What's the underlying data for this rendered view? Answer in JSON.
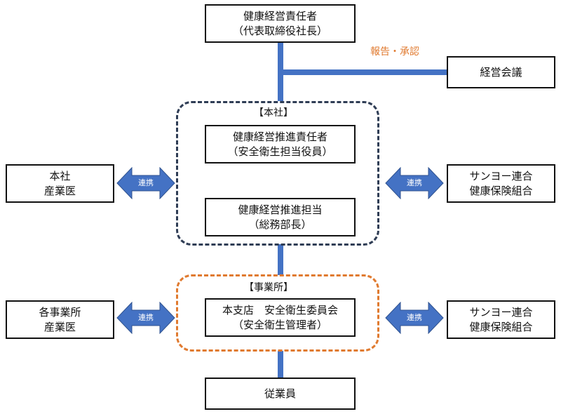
{
  "top": {
    "line1": "健康経営責任者",
    "line2": "（代表取締役社長）"
  },
  "report_label": "報告・承認",
  "council": "経営会議",
  "hq": {
    "label": "【本社】",
    "manager": {
      "line1": "健康経営推進責任者",
      "line2": "（安全衛生担当役員）"
    },
    "staff": {
      "line1": "健康経営推進担当",
      "line2": "（総務部長）"
    }
  },
  "office": {
    "label": "【事業所】",
    "committee": {
      "line1": "本支店　安全衛生委員会",
      "line2": "（安全衛生管理者）"
    }
  },
  "left1": {
    "line1": "本社",
    "line2": "産業医"
  },
  "left2": {
    "line1": "各事業所",
    "line2": "産業医"
  },
  "right1": {
    "line1": "サンヨー連合",
    "line2": "健康保険組合"
  },
  "right2": {
    "line1": "サンヨー連合",
    "line2": "健康保険組合"
  },
  "link_label": "連携",
  "employees": "従業員",
  "colors": {
    "connector": "#4472c4",
    "hq_border": "#2f3d55",
    "office_border": "#e07a2f",
    "arrow_fill": "#4472c4"
  }
}
